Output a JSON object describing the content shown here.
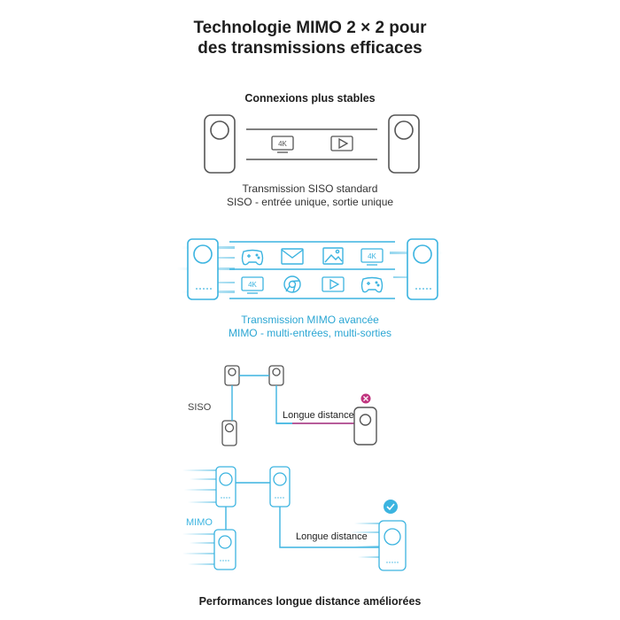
{
  "title_line1": "Technologie MIMO 2 × 2 pour",
  "title_line2": "des transmissions efficaces",
  "section1": {
    "heading": "Connexions plus stables",
    "siso_caption_line1": "Transmission SISO standard",
    "siso_caption_line2": "SISO - entrée unique, sortie unique",
    "siso_icon_4k": "4K",
    "mimo_caption_line1": "Transmission MIMO avancée",
    "mimo_caption_line2": "MIMO - multi-entrées, multi-sorties",
    "mimo_icon_4k_top": "4K",
    "mimo_icon_4k_bottom": "4K"
  },
  "section2": {
    "siso_label": "SISO",
    "siso_distance_label": "Longue distance",
    "mimo_label": "MIMO",
    "mimo_distance_label": "Longue distance",
    "footer": "Performances longue distance améliorées"
  },
  "colors": {
    "grey": "#555555",
    "blue": "#3cb4e0",
    "magenta": "#c0337e",
    "text": "#1e1e1e"
  }
}
